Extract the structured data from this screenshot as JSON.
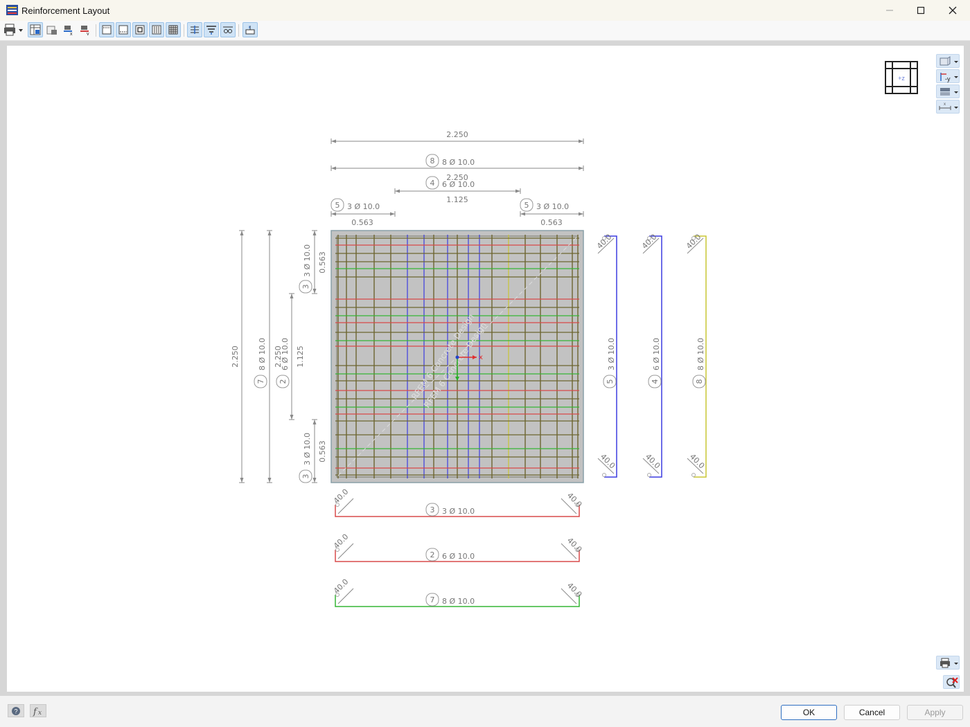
{
  "window": {
    "title": "Reinforcement Layout"
  },
  "toolbar": {
    "buttons": [
      {
        "name": "print-dropdown-button"
      },
      {
        "name": "layout-view-button",
        "active": true
      },
      {
        "name": "section-view-button"
      },
      {
        "name": "shift-x-button"
      },
      {
        "name": "shift-y-button"
      },
      {
        "name": "top-rebar-button",
        "active": true
      },
      {
        "name": "bottom-rebar-button",
        "active": true
      },
      {
        "name": "stirrup-button",
        "active": true
      },
      {
        "name": "vertical-rebar-button",
        "active": true
      },
      {
        "name": "mesh-button",
        "active": true
      },
      {
        "name": "dimension-lines-button",
        "active": true
      },
      {
        "name": "center-align-button",
        "active": true
      },
      {
        "name": "bar-marks-button",
        "active": true
      },
      {
        "name": "section-cut-button",
        "active": true
      }
    ]
  },
  "view_cube": {
    "label": "+z"
  },
  "drawing": {
    "dim_top_total": "2.250",
    "dim_quarter": "0.563",
    "dim_half": "1.125",
    "dim_mid": "2.250",
    "bar_8": {
      "mark": "8",
      "text": "8 Ø 10.0"
    },
    "bar_4": {
      "mark": "4",
      "text": "6 Ø 10.0"
    },
    "bar_5": {
      "mark": "5",
      "text": "3 Ø 10.0"
    },
    "bar_3": {
      "mark": "3",
      "text": "3 Ø 10.0"
    },
    "bar_2": {
      "mark": "2",
      "text": "6 Ø 10.0"
    },
    "bar_7": {
      "mark": "7",
      "text": "8 Ø 10.0"
    },
    "hook": "40.0",
    "axis_x": "x",
    "watermark": "RFEM 6 Concrete Design"
  },
  "colors": {
    "red": "#d94a4a",
    "green": "#35b535",
    "blue": "#3c3ce0",
    "yellow": "#c9c633",
    "olive": "#6d6530",
    "dim": "#8a8a8a",
    "slab": "#c2c2c2"
  },
  "footer": {
    "ok_label": "OK",
    "cancel_label": "Cancel",
    "apply_label": "Apply"
  }
}
